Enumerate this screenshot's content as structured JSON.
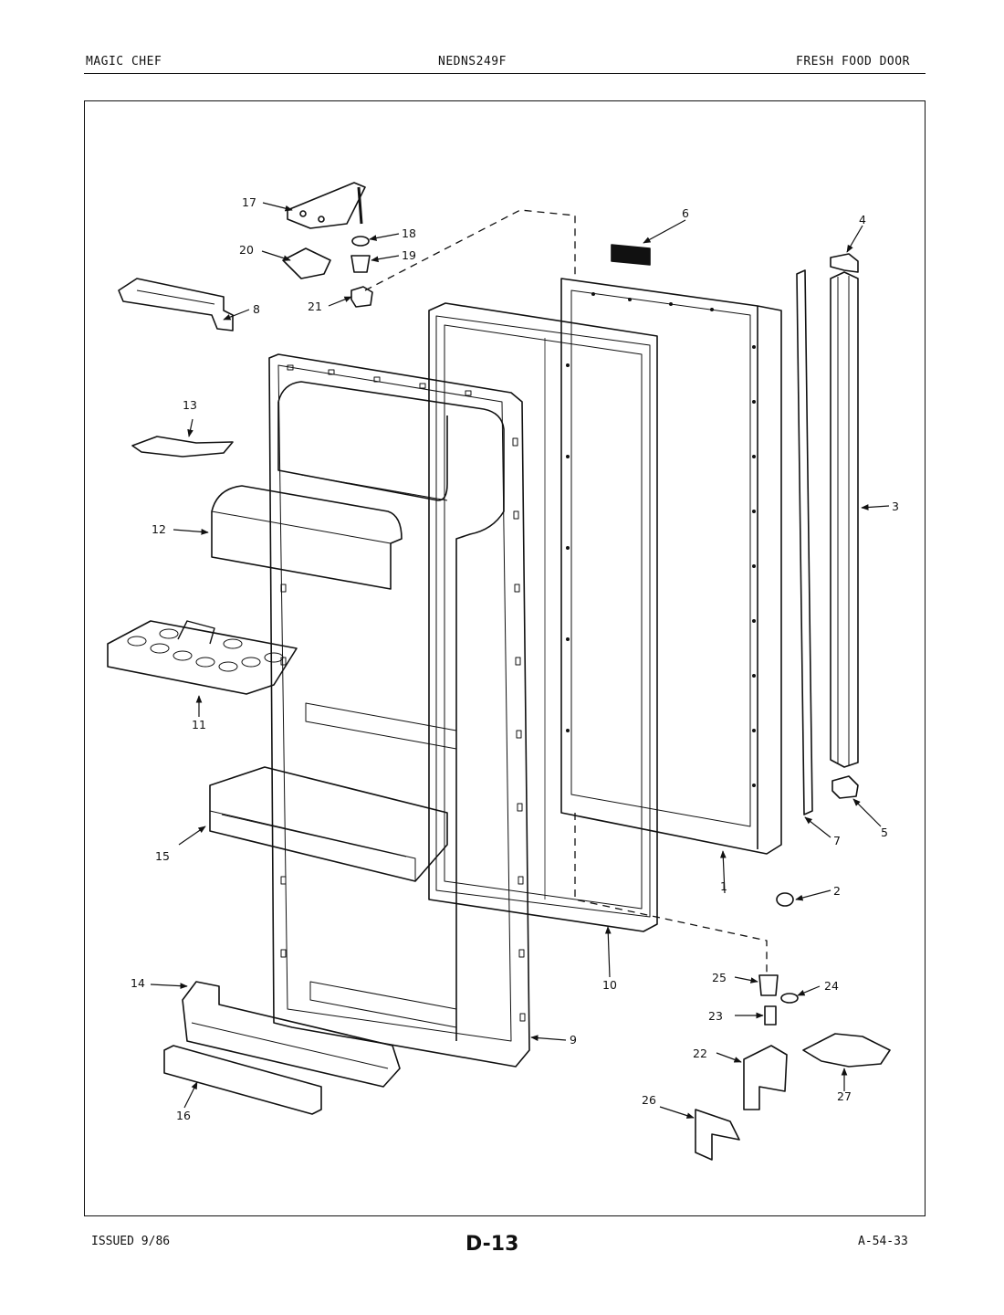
{
  "header": {
    "brand": "MAGIC CHEF",
    "model": "NEDNS249F",
    "section": "FRESH FOOD DOOR"
  },
  "footer": {
    "issued": "ISSUED 9/86",
    "page_code": "D-13",
    "ref_code": "A-54-33"
  },
  "callouts": [
    "1",
    "2",
    "3",
    "4",
    "5",
    "6",
    "7",
    "8",
    "9",
    "10",
    "11",
    "12",
    "13",
    "14",
    "15",
    "16",
    "17",
    "18",
    "19",
    "20",
    "21",
    "22",
    "23",
    "24",
    "25",
    "26",
    "27"
  ]
}
